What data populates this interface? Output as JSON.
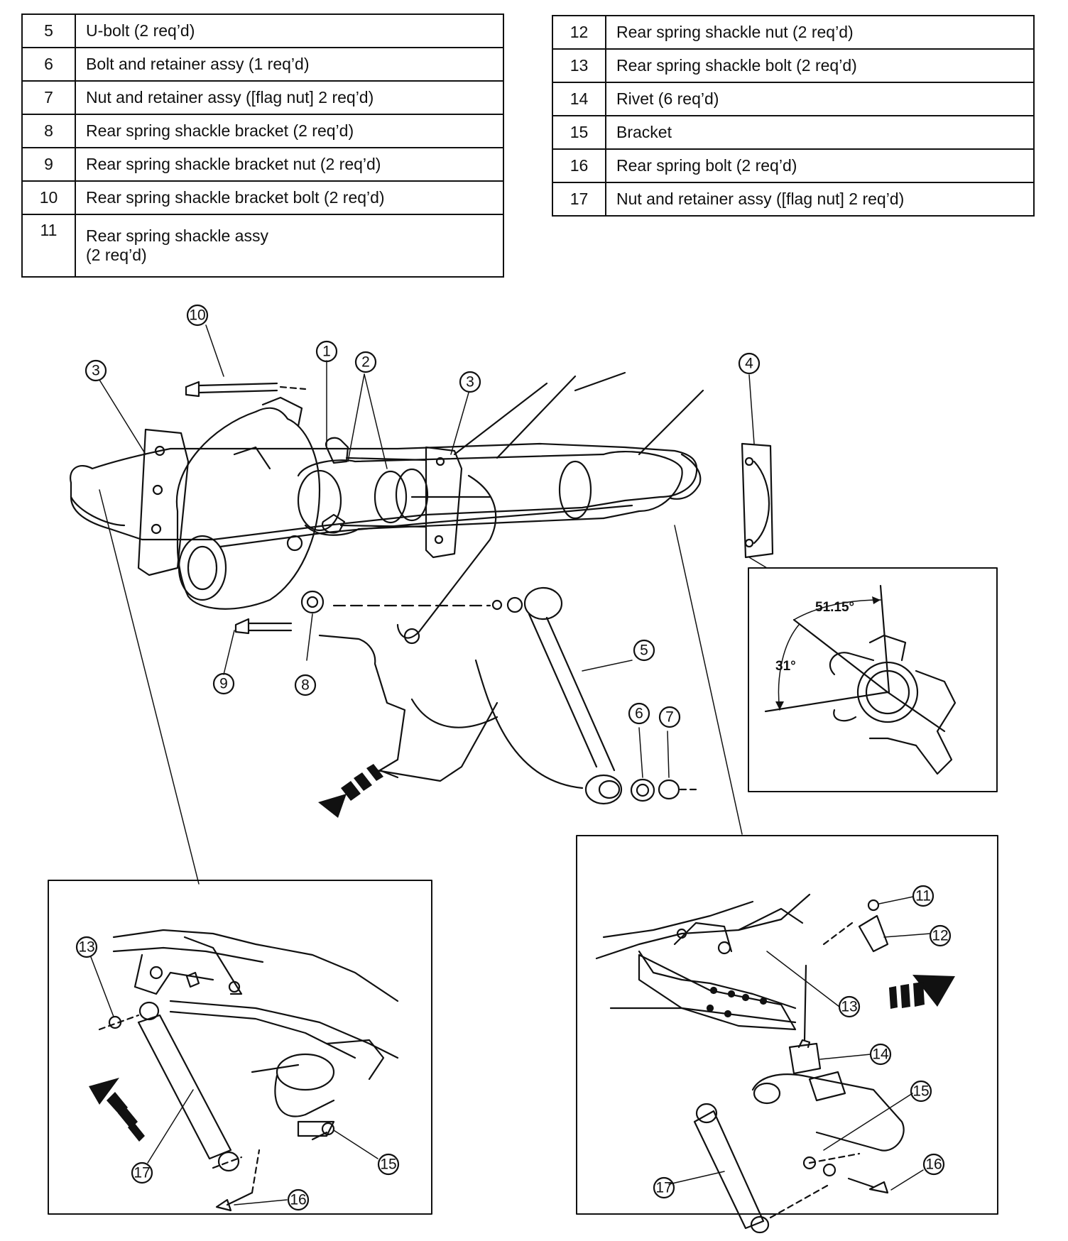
{
  "parts_left": [
    {
      "num": "5",
      "desc": "U-bolt (2 req’d)"
    },
    {
      "num": "6",
      "desc": "Bolt and retainer assy (1 req’d)"
    },
    {
      "num": "7",
      "desc": "Nut and retainer assy ([flag nut] 2 req’d)"
    },
    {
      "num": "8",
      "desc": "Rear spring shackle bracket (2 req’d)"
    },
    {
      "num": "9",
      "desc": "Rear spring shackle bracket nut (2 req’d)"
    },
    {
      "num": "10",
      "desc": "Rear spring shackle bracket bolt (2 req’d)"
    },
    {
      "num": "11",
      "desc": "Rear spring shackle assy",
      "desc2": "(2 req’d)"
    }
  ],
  "parts_right": [
    {
      "num": "12",
      "desc": "Rear spring shackle nut (2 req’d)"
    },
    {
      "num": "13",
      "desc": "Rear spring shackle bolt (2 req’d)"
    },
    {
      "num": "14",
      "desc": "Rivet (6 req’d)"
    },
    {
      "num": "15",
      "desc": "Bracket"
    },
    {
      "num": "16",
      "desc": "Rear spring bolt (2 req’d)"
    },
    {
      "num": "17",
      "desc": "Nut and retainer assy ([flag nut] 2 req’d)"
    }
  ],
  "diagram": {
    "angle_a": "51.15°",
    "angle_b": "31°",
    "callouts_main": [
      "10",
      "3",
      "1",
      "2",
      "3",
      "4",
      "5",
      "6",
      "7",
      "8",
      "9"
    ],
    "callouts_left_inset": [
      "13",
      "17",
      "15",
      "16"
    ],
    "callouts_right_inset": [
      "11",
      "12",
      "13",
      "14",
      "15",
      "16",
      "17"
    ]
  }
}
